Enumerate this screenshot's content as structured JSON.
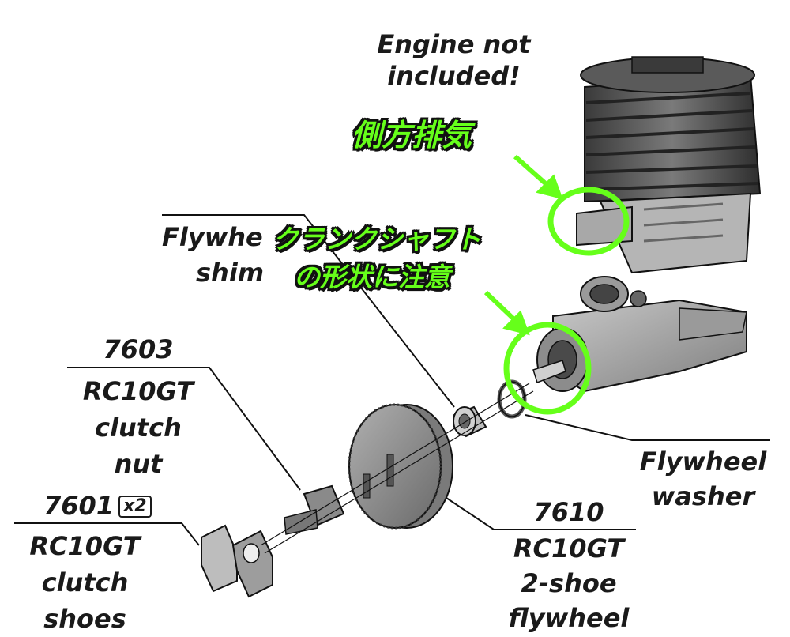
{
  "labels": {
    "engine_note": [
      "Engine not",
      "included!"
    ],
    "side_exhaust_jp": "側方排気",
    "crankshaft_jp": [
      "クランクシャフト",
      "の形状に注意"
    ],
    "flywheel_shim": [
      "Flywhe",
      "shim"
    ],
    "clutch_nut": {
      "part_no": "7603",
      "lines": [
        "RC10GT",
        "clutch",
        "nut"
      ]
    },
    "clutch_shoes": {
      "part_no": "7601",
      "qty": "x2",
      "lines": [
        "RC10GT",
        "clutch",
        "shoes"
      ]
    },
    "flywheel": {
      "part_no": "7610",
      "lines": [
        "RC10GT",
        "2-shoe",
        "flywheel"
      ]
    },
    "flywheel_washer": [
      "Flywheel",
      "washer"
    ]
  },
  "colors": {
    "highlight": "#66ff1a",
    "outline": "#1a1a1a"
  }
}
